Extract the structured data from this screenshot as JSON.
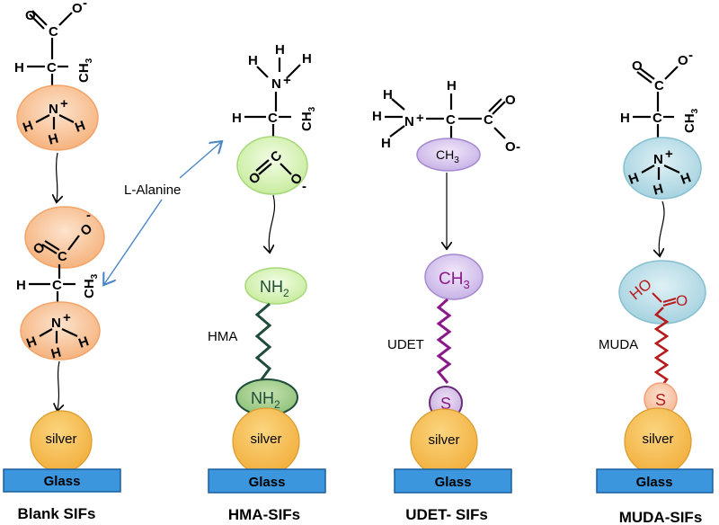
{
  "labels": {
    "alanine": "L-Alanine",
    "hma": "HMA",
    "udet": "UDET",
    "muda": "MUDA"
  },
  "groups": {
    "nh2": "NH",
    "nh2_sub": "2",
    "ch3": "CH",
    "ch3_sub": "3",
    "s": "S",
    "ho": "HO",
    "o": "O"
  },
  "atoms": {
    "H": "H",
    "N": "N",
    "C": "C",
    "O": "O",
    "plus": "+",
    "minus": "-",
    "ch3_label": "CH",
    "sub3": "3"
  },
  "substrate": {
    "silver": "silver",
    "glass": "Glass"
  },
  "captions": {
    "blank": "Blank SIFs",
    "hma": "HMA-SIFs",
    "udet": "UDET- SIFs",
    "muda": "MUDA-SIFs"
  },
  "colors": {
    "orange_ellipse": "#f9c9a0",
    "green_ellipse": "#dff5c0",
    "purple_ellipse": "#dac9ee",
    "blue_ellipse": "#b9dde7",
    "silver": "#f7bf57",
    "glass": "#3b96dd",
    "hma_chain": "#1f4d3a",
    "udet_chain": "#8a1a8a",
    "muda_chain": "#b81c1c",
    "arrow_blue": "#4a86c5"
  }
}
